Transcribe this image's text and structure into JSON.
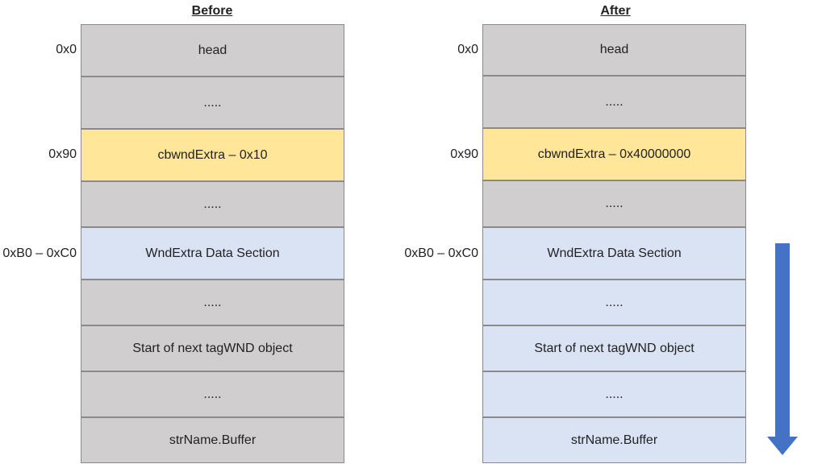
{
  "before": {
    "title": "Before",
    "cells": [
      {
        "label": "head",
        "color": "#d0cece"
      },
      {
        "label": ".....",
        "color": "#d0cece"
      },
      {
        "label": "cbwndExtra – 0x10",
        "color": "#ffe699"
      },
      {
        "label": ".....",
        "color": "#d0cece"
      },
      {
        "label": "WndExtra Data Section",
        "color": "#dae3f3"
      },
      {
        "label": ".....",
        "color": "#d0cece"
      },
      {
        "label": "Start of next tagWND object",
        "color": "#d0cece"
      },
      {
        "label": ".....",
        "color": "#d0cece"
      },
      {
        "label": "strName.Buffer",
        "color": "#d0cece"
      }
    ],
    "addresses": [
      "0x0",
      "0x90",
      "0xB0 – 0xC0"
    ]
  },
  "after": {
    "title": "After",
    "cells": [
      {
        "label": "head",
        "color": "#d0cece"
      },
      {
        "label": ".....",
        "color": "#d0cece"
      },
      {
        "label": "cbwndExtra – 0x40000000",
        "color": "#ffe699"
      },
      {
        "label": ".....",
        "color": "#d0cece"
      },
      {
        "label": "WndExtra Data Section",
        "color": "#dae3f3"
      },
      {
        "label": ".....",
        "color": "#dae3f3"
      },
      {
        "label": "Start of next tagWND object",
        "color": "#dae3f3"
      },
      {
        "label": ".....",
        "color": "#dae3f3"
      },
      {
        "label": "strName.Buffer",
        "color": "#dae3f3"
      }
    ],
    "addresses": [
      "0x0",
      "0x90",
      "0xB0 – 0xC0"
    ]
  },
  "arrow_color": "#4472c4"
}
